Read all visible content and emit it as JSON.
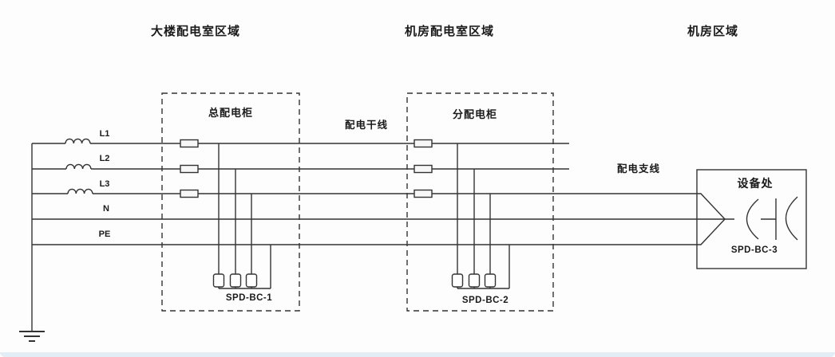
{
  "diagram": {
    "regions": [
      {
        "label": "大楼配电室区域"
      },
      {
        "label": "机房配电室区域"
      },
      {
        "label": "机房区域"
      }
    ],
    "cabinets": [
      {
        "title": "总配电柜",
        "spd_label": "SPD-BC-1"
      },
      {
        "title": "分配电柜",
        "spd_label": "SPD-BC-2"
      },
      {
        "title": "设备处",
        "spd_label": "SPD-BC-3"
      }
    ],
    "wires": {
      "labels": [
        "L1",
        "L2",
        "L3",
        "N",
        "PE"
      ],
      "trunk_label": "配电干线",
      "branch_label": "配电支线"
    },
    "colors": {
      "line": "#333333",
      "text": "#1a1a1a",
      "bottom_strip": "#e3edf6"
    }
  }
}
